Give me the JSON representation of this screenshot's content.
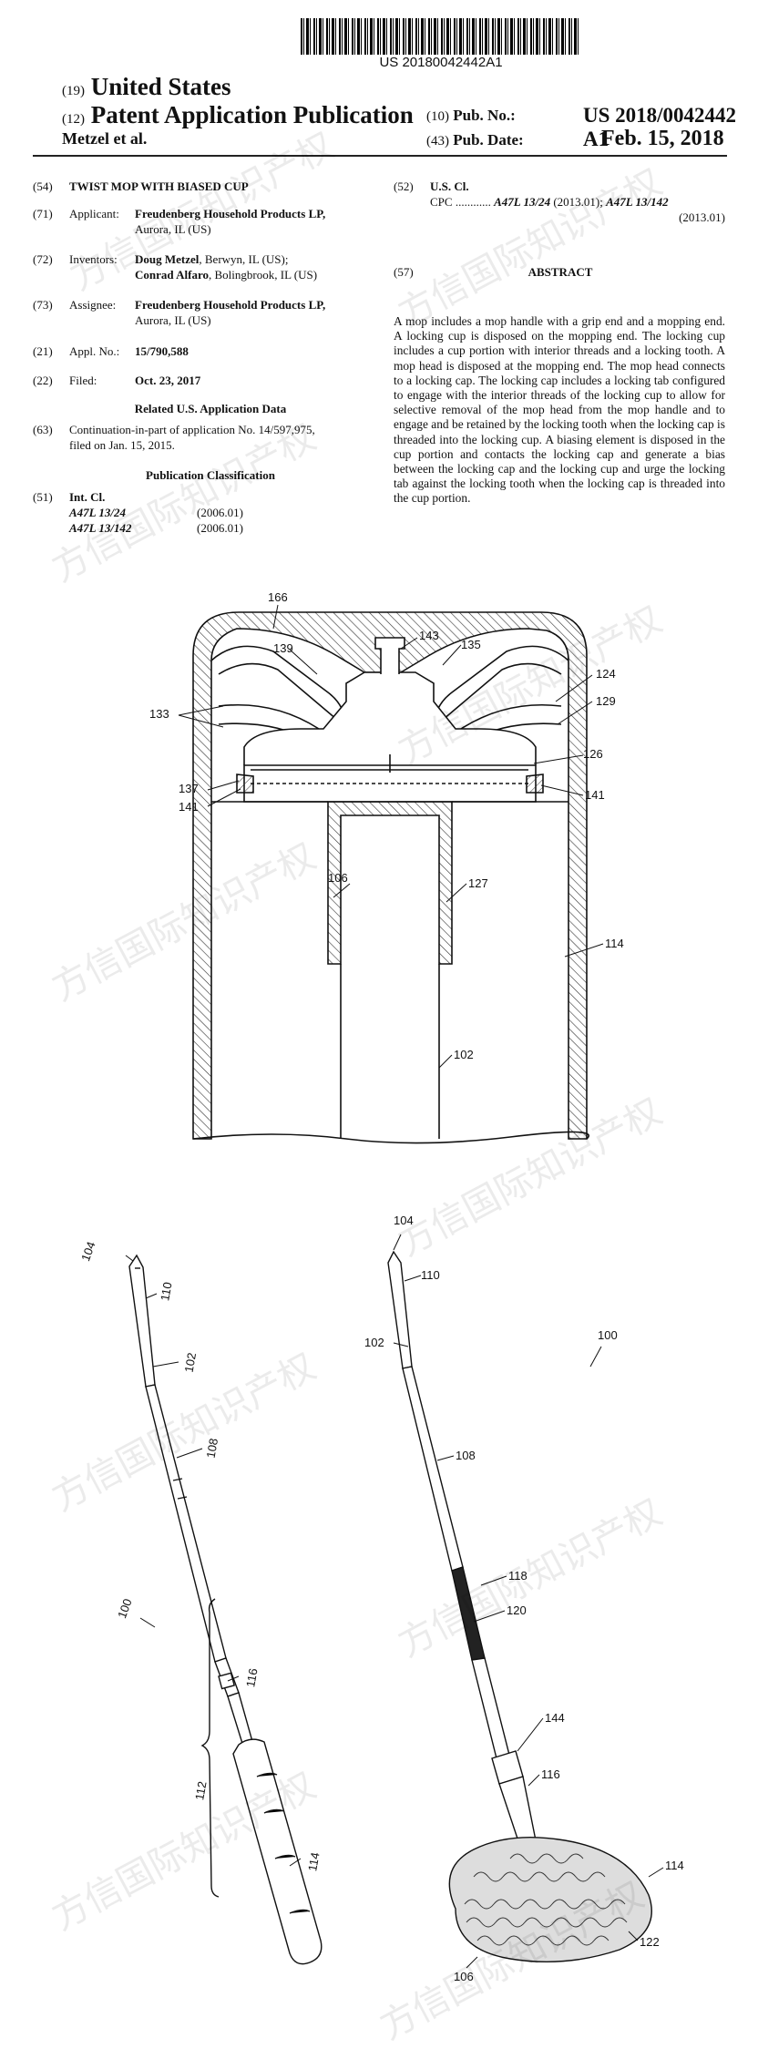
{
  "barcode_number": "US 20180042442A1",
  "header": {
    "code_19": "(19)",
    "country": "United States",
    "code_12": "(12)",
    "doc_type": "Patent Application Publication",
    "inventor_short": "Metzel et al.",
    "code_10": "(10)",
    "pub_no_label": "Pub. No.:",
    "pub_no": "US 2018/0042442 A1",
    "code_43": "(43)",
    "pub_date_label": "Pub. Date:",
    "pub_date": "Feb. 15, 2018"
  },
  "biblio": {
    "f54": {
      "code": "(54)",
      "title": "TWIST MOP WITH BIASED CUP"
    },
    "f71": {
      "code": "(71)",
      "label": "Applicant:",
      "name": "Freudenberg Household Products LP,",
      "place": "Aurora, IL (US)"
    },
    "f72": {
      "code": "(72)",
      "label": "Inventors:",
      "name1": "Doug Metzel",
      "place1": ", Berwyn, IL (US);",
      "name2": "Conrad Alfaro",
      "place2": ", Bolingbrook, IL (US)"
    },
    "f73": {
      "code": "(73)",
      "label": "Assignee:",
      "name": "Freudenberg Household Products LP,",
      "place": "Aurora, IL (US)"
    },
    "f21": {
      "code": "(21)",
      "label": "Appl. No.:",
      "value": "15/790,588"
    },
    "f22": {
      "code": "(22)",
      "label": "Filed:",
      "value": "Oct. 23, 2017"
    },
    "related_heading": "Related U.S. Application Data",
    "f63": {
      "code": "(63)",
      "line1": "Continuation-in-part of application No. 14/597,975,",
      "line2": "filed on Jan. 15, 2015."
    },
    "class_heading": "Publication Classification",
    "f51": {
      "code": "(51)",
      "label": "Int. Cl.",
      "c1": "A47L 13/24",
      "d1": "(2006.01)",
      "c2": "A47L 13/142",
      "d2": "(2006.01)"
    },
    "f52": {
      "code": "(52)",
      "label": "U.S. Cl.",
      "cpc": "CPC ............",
      "c1": "A47L 13/24",
      "d1": "(2013.01);",
      "c2": "A47L 13/142",
      "d2": "(2013.01)"
    },
    "f57": {
      "code": "(57)",
      "label": "ABSTRACT"
    }
  },
  "abstract_text": "A mop includes a mop handle with a grip end and a mopping end. A locking cup is disposed on the mopping end. The locking cup includes a cup portion with interior threads and a locking tooth. A mop head is disposed at the mopping end. The mop head connects to a locking cap. The locking cap includes a locking tab configured to engage with the interior threads of the locking cup to allow for selective removal of the mop head from the mop handle and to engage and be retained by the locking tooth when the locking cap is threaded into the locking cup. A biasing element is disposed in the cup portion and contacts the locking cap and generate a bias between the locking cap and the locking cup and urge the locking tab against the locking tooth when the locking cap is threaded into the cup portion.",
  "figure_labels": {
    "l166": "166",
    "l143": "143",
    "l135": "135",
    "l139": "139",
    "l124": "124",
    "l133": "133",
    "l129": "129",
    "l126": "126",
    "l137": "137",
    "l141a": "141",
    "l141b": "141",
    "l106a": "106",
    "l127": "127",
    "l114a": "114",
    "l102a": "102",
    "l104a": "104",
    "l110a": "110",
    "l102b": "102",
    "l108a": "108",
    "l100a": "100",
    "l116a": "116",
    "l112": "112",
    "l114b": "114",
    "l104b": "104",
    "l110b": "110",
    "l102c": "102",
    "l100b": "100",
    "l108b": "108",
    "l118": "118",
    "l120": "120",
    "l144": "144",
    "l116b": "116",
    "l114c": "114",
    "l122": "122",
    "l106b": "106"
  },
  "watermark_text": "方信国际知识产权"
}
